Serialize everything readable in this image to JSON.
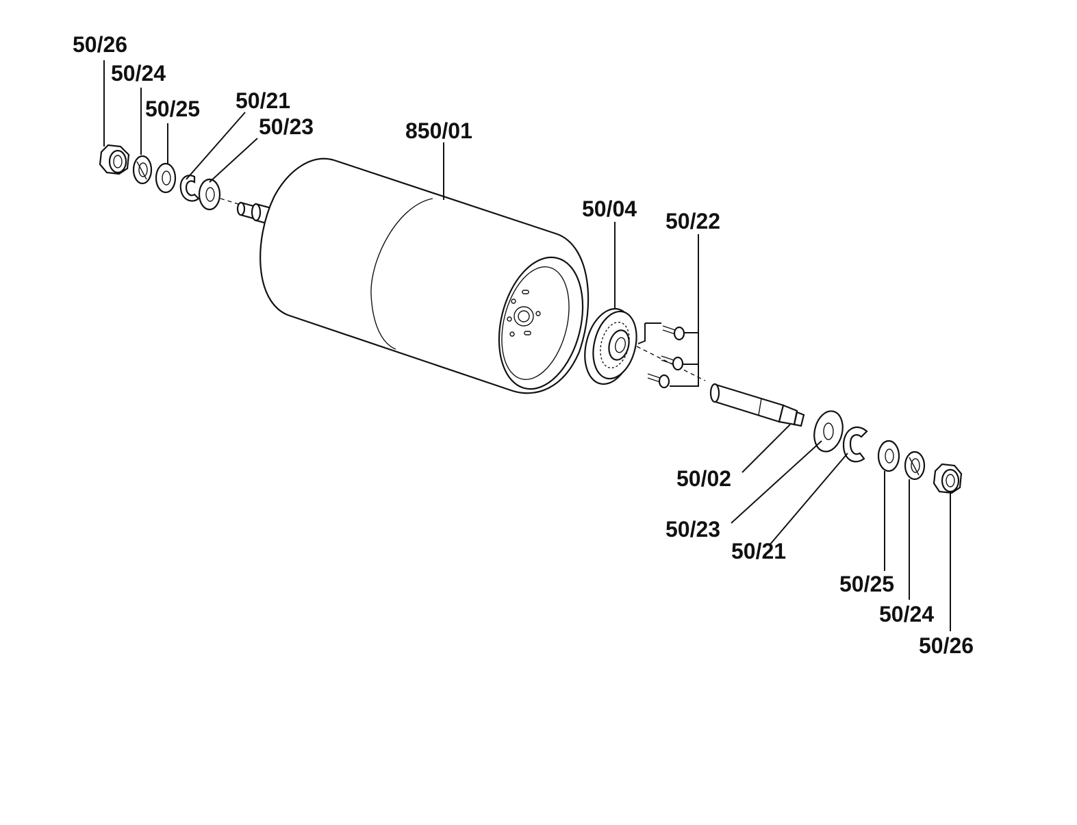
{
  "diagram": {
    "labels": {
      "roller": "850/01",
      "left_nut": "50/26",
      "left_spring_washer": "50/24",
      "left_washer_small": "50/25",
      "left_circlip": "50/21",
      "left_washer": "50/23",
      "bearing": "50/04",
      "screws": "50/22",
      "axle": "50/02",
      "right_washer": "50/23",
      "right_circlip": "50/21",
      "right_washer_small": "50/25",
      "right_spring_washer": "50/24",
      "right_nut": "50/26"
    }
  }
}
